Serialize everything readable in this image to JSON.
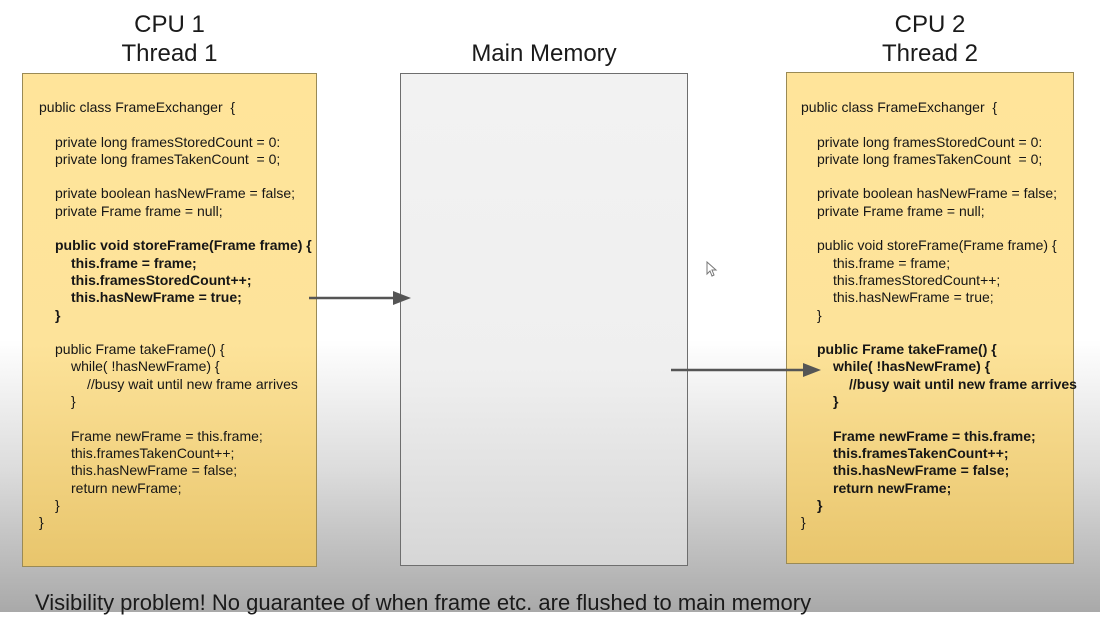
{
  "headings": {
    "cpu1": [
      "CPU 1",
      "Thread 1"
    ],
    "memory": "Main Memory",
    "cpu2": [
      "CPU 2",
      "Thread 2"
    ]
  },
  "code_cpu1": [
    {
      "text": "public class FrameExchanger  {",
      "indent": 0,
      "bold": false
    },
    {
      "text": "",
      "indent": 0,
      "bold": false
    },
    {
      "text": "private long framesStoredCount = 0:",
      "indent": 1,
      "bold": false
    },
    {
      "text": "private long framesTakenCount  = 0;",
      "indent": 1,
      "bold": false
    },
    {
      "text": "",
      "indent": 0,
      "bold": false
    },
    {
      "text": "private boolean hasNewFrame = false;",
      "indent": 1,
      "bold": false
    },
    {
      "text": "private Frame frame = null;",
      "indent": 1,
      "bold": false
    },
    {
      "text": "",
      "indent": 0,
      "bold": false
    },
    {
      "text": "public void storeFrame(Frame frame) {",
      "indent": 1,
      "bold": true
    },
    {
      "text": "this.frame = frame;",
      "indent": 2,
      "bold": true
    },
    {
      "text": "this.framesStoredCount++;",
      "indent": 2,
      "bold": true
    },
    {
      "text": "this.hasNewFrame = true;",
      "indent": 2,
      "bold": true
    },
    {
      "text": "}",
      "indent": 1,
      "bold": true
    },
    {
      "text": "",
      "indent": 0,
      "bold": false
    },
    {
      "text": "public Frame takeFrame() {",
      "indent": 1,
      "bold": false
    },
    {
      "text": "while( !hasNewFrame) {",
      "indent": 2,
      "bold": false
    },
    {
      "text": "//busy wait until new frame arrives",
      "indent": 3,
      "bold": false
    },
    {
      "text": "}",
      "indent": 2,
      "bold": false
    },
    {
      "text": "",
      "indent": 0,
      "bold": false
    },
    {
      "text": "Frame newFrame = this.frame;",
      "indent": 2,
      "bold": false
    },
    {
      "text": "this.framesTakenCount++;",
      "indent": 2,
      "bold": false
    },
    {
      "text": "this.hasNewFrame = false;",
      "indent": 2,
      "bold": false
    },
    {
      "text": "return newFrame;",
      "indent": 2,
      "bold": false
    },
    {
      "text": "}",
      "indent": 1,
      "bold": false
    },
    {
      "text": "}",
      "indent": 0,
      "bold": false
    }
  ],
  "code_cpu2": [
    {
      "text": "public class FrameExchanger  {",
      "indent": 0,
      "bold": false
    },
    {
      "text": "",
      "indent": 0,
      "bold": false
    },
    {
      "text": "private long framesStoredCount = 0:",
      "indent": 1,
      "bold": false
    },
    {
      "text": "private long framesTakenCount  = 0;",
      "indent": 1,
      "bold": false
    },
    {
      "text": "",
      "indent": 0,
      "bold": false
    },
    {
      "text": "private boolean hasNewFrame = false;",
      "indent": 1,
      "bold": false
    },
    {
      "text": "private Frame frame = null;",
      "indent": 1,
      "bold": false
    },
    {
      "text": "",
      "indent": 0,
      "bold": false
    },
    {
      "text": "public void storeFrame(Frame frame) {",
      "indent": 1,
      "bold": false
    },
    {
      "text": "this.frame = frame;",
      "indent": 2,
      "bold": false
    },
    {
      "text": "this.framesStoredCount++;",
      "indent": 2,
      "bold": false
    },
    {
      "text": "this.hasNewFrame = true;",
      "indent": 2,
      "bold": false
    },
    {
      "text": "}",
      "indent": 1,
      "bold": false
    },
    {
      "text": "",
      "indent": 0,
      "bold": false
    },
    {
      "text": "public Frame takeFrame() {",
      "indent": 1,
      "bold": true
    },
    {
      "text": "while( !hasNewFrame) {",
      "indent": 2,
      "bold": true
    },
    {
      "text": "//busy wait until new frame arrives",
      "indent": 3,
      "bold": true
    },
    {
      "text": "}",
      "indent": 2,
      "bold": true
    },
    {
      "text": "",
      "indent": 0,
      "bold": false
    },
    {
      "text": "Frame newFrame = this.frame;",
      "indent": 2,
      "bold": true
    },
    {
      "text": "this.framesTakenCount++;",
      "indent": 2,
      "bold": true
    },
    {
      "text": "this.hasNewFrame = false;",
      "indent": 2,
      "bold": true
    },
    {
      "text": "return newFrame;",
      "indent": 2,
      "bold": true
    },
    {
      "text": "}",
      "indent": 1,
      "bold": true
    },
    {
      "text": "}",
      "indent": 0,
      "bold": false
    }
  ],
  "footer": "Visibility problem! No guarantee of when frame etc. are flushed to main memory",
  "icons": {
    "cursor": "mouse-pointer-icon"
  },
  "colors": {
    "panel_yellow": "#ffe49a",
    "memory_gray": "#efefef",
    "arrow": "#555555"
  }
}
